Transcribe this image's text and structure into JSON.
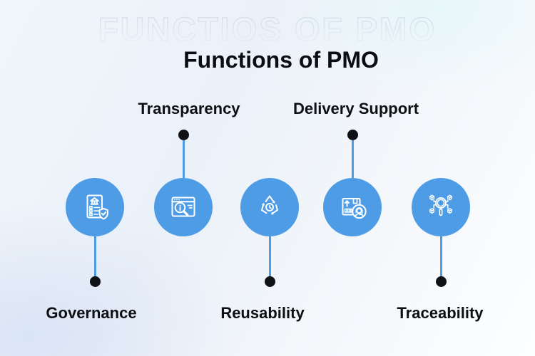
{
  "watermark_text": "FUNCTIOS OF PMO",
  "title": "Functions of PMO",
  "colors": {
    "circle_blue": "#4d9ce5",
    "connector_blue": "#4d9ce5",
    "dot_black": "#101114",
    "text_black": "#0e0f12",
    "watermark_outline": "#d2dbe9"
  },
  "items": [
    {
      "label": "Governance",
      "label_position": "below",
      "icon": "document-bank-shield-icon"
    },
    {
      "label": "Transparency",
      "label_position": "above",
      "icon": "browser-magnifier-info-icon"
    },
    {
      "label": "Reusability",
      "label_position": "below",
      "icon": "recycle-arrows-clock-icon"
    },
    {
      "label": "Delivery Support",
      "label_position": "above",
      "icon": "package-support-agent-icon"
    },
    {
      "label": "Traceability",
      "label_position": "below",
      "icon": "magnifier-network-nodes-icon"
    }
  ]
}
